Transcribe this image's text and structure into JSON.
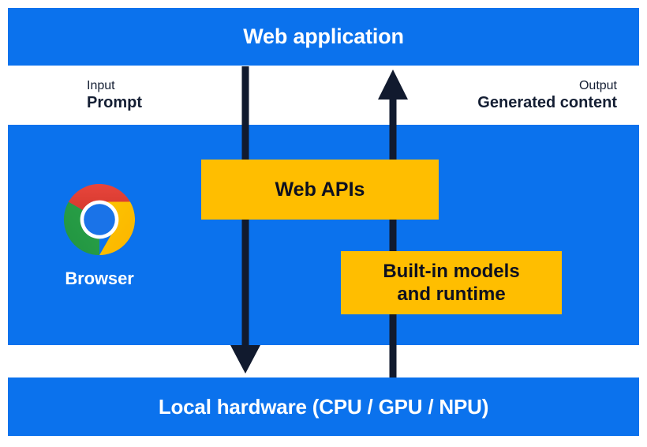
{
  "diagram": {
    "title_bar": {
      "label": "Web application"
    },
    "bottom_bar": {
      "label": "Local hardware (CPU / GPU / NPU)"
    },
    "flow_labels": {
      "input": {
        "kind": "Input",
        "value": "Prompt"
      },
      "output": {
        "kind": "Output",
        "value": "Generated content"
      }
    },
    "browser": {
      "label": "Browser",
      "logo_icon": "chrome-logo-icon"
    },
    "boxes": [
      {
        "label": "Web APIs",
        "id": "web-apis"
      },
      {
        "label": "Built-in models\nand runtime",
        "line1": "Built-in models",
        "line2": "and runtime",
        "id": "builtin-models-and-runtime"
      }
    ],
    "arrows": [
      {
        "name": "downward-arrow-prompt",
        "direction": "down",
        "from": "Web application",
        "to": "Local hardware"
      },
      {
        "name": "upward-arrow-generated-content",
        "direction": "up",
        "from": "Local hardware",
        "to": "Web application"
      }
    ],
    "colors": {
      "band_blue": "#0b72ed",
      "box_yellow": "#ffbe00",
      "arrow_navy": "#111a2e",
      "text_dark": "#141e33",
      "text_light": "#ffffff",
      "chrome_red": "#ea3e30",
      "chrome_yellow": "#fdbd00",
      "chrome_green": "#2ba24c",
      "chrome_blue": "#1a73e8",
      "background": "#ffffff"
    }
  }
}
